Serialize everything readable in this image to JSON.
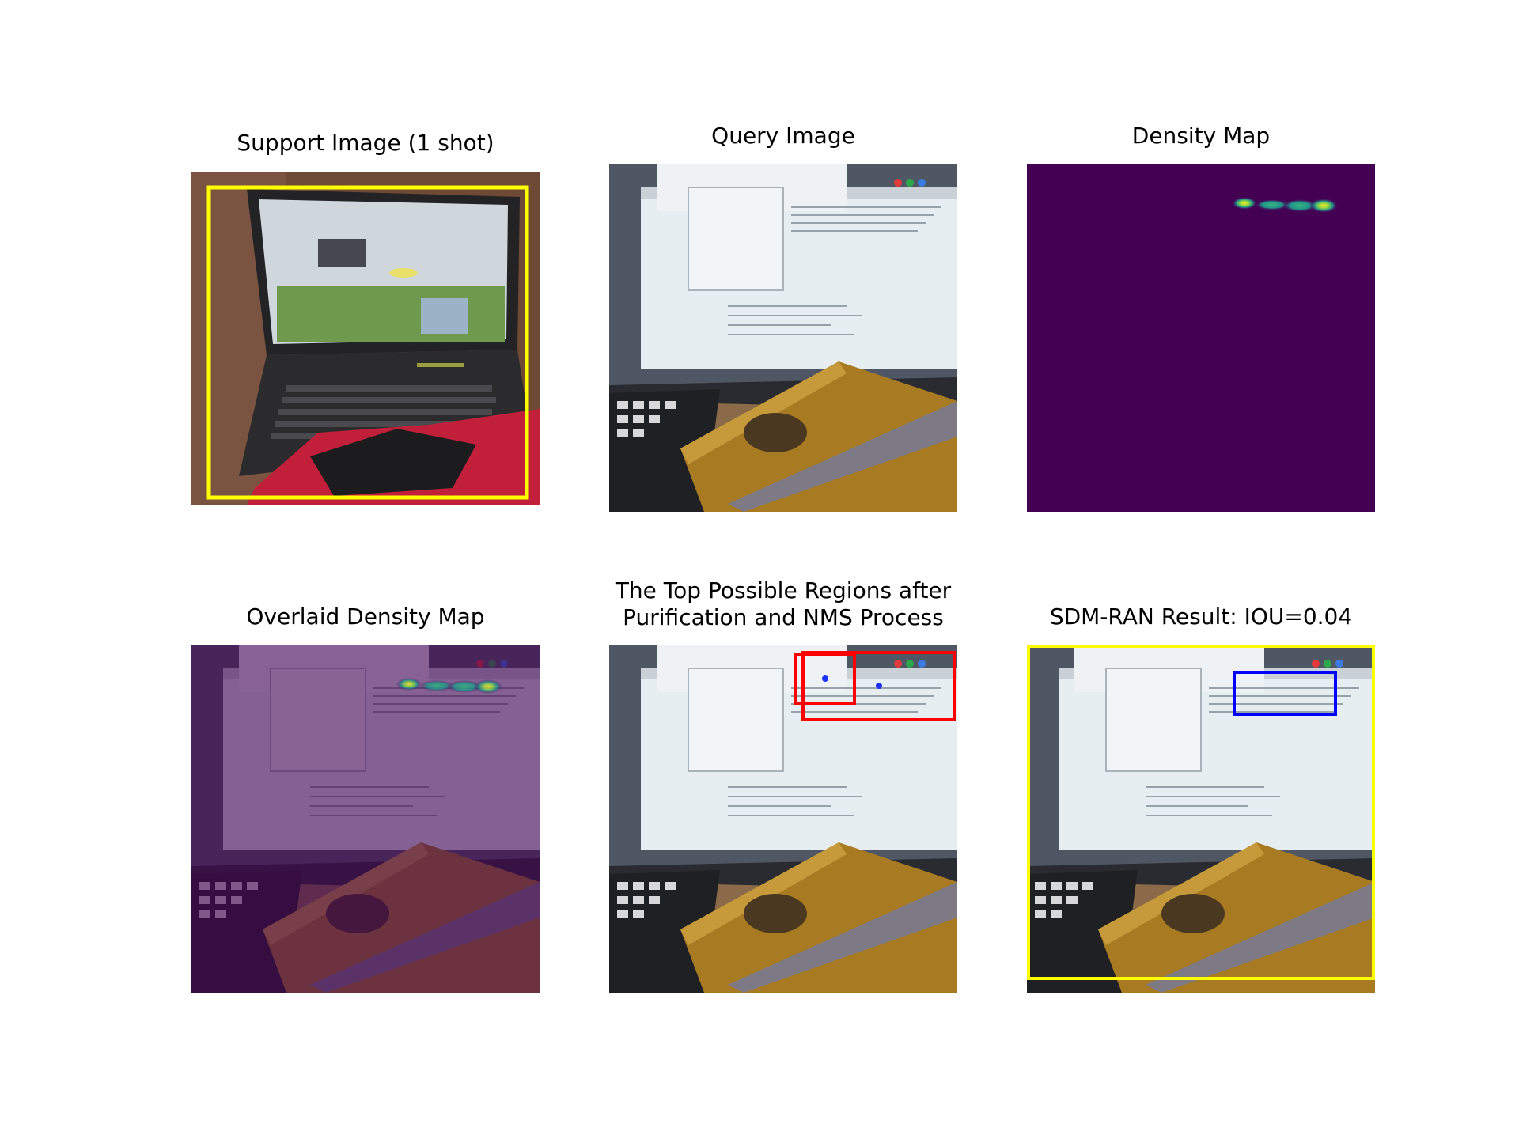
{
  "figure": {
    "panels": [
      {
        "title": "Support Image (1 shot)",
        "image": "support-image"
      },
      {
        "title": "Query Image",
        "image": "query-image"
      },
      {
        "title": "Density Map",
        "image": "density-map"
      },
      {
        "title": "Overlaid Density Map",
        "image": "overlaid-density-map"
      },
      {
        "title": "The Top Possible Regions after\nPurification and NMS Process",
        "image": "top-regions"
      },
      {
        "title": "SDM-RAN Result: IOU=0.04",
        "image": "result"
      }
    ],
    "colors": {
      "support_box": "#ffff00",
      "proposal_box": "#ff0000",
      "prediction_box": "#0000ff",
      "density_background": "#440154",
      "density_hot": "#fde725"
    }
  }
}
